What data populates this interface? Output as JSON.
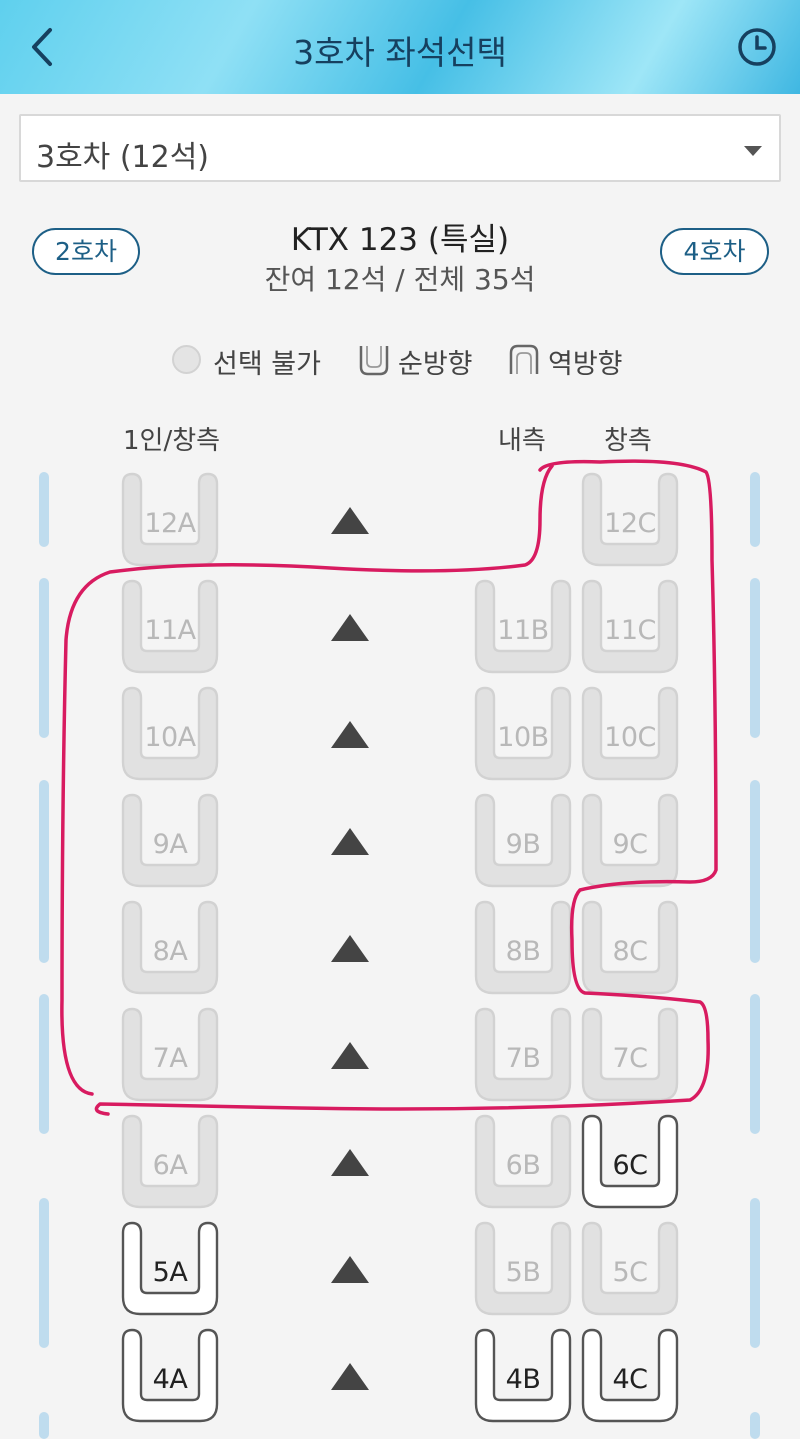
{
  "header": {
    "title": "3호차 좌석선택"
  },
  "car_select": {
    "value": "3호차 (12석)"
  },
  "nav": {
    "prev_car": "2호차",
    "next_car": "4호차"
  },
  "train": {
    "name": "KTX 123 (특실)",
    "seat_count": "잔여 12석 / 전체 35석"
  },
  "legend": {
    "unavailable": "선택 불가",
    "forward": "순방향",
    "reverse": "역방향"
  },
  "columns": {
    "left": "1인/창측",
    "inner": "내측",
    "window": "창측"
  },
  "rows": [
    {
      "a": "12A",
      "b": "",
      "c": "12C",
      "a_ok": false,
      "b_ok": false,
      "c_ok": false
    },
    {
      "a": "11A",
      "b": "11B",
      "c": "11C",
      "a_ok": false,
      "b_ok": false,
      "c_ok": false
    },
    {
      "a": "10A",
      "b": "10B",
      "c": "10C",
      "a_ok": false,
      "b_ok": false,
      "c_ok": false
    },
    {
      "a": "9A",
      "b": "9B",
      "c": "9C",
      "a_ok": false,
      "b_ok": false,
      "c_ok": false
    },
    {
      "a": "8A",
      "b": "8B",
      "c": "8C",
      "a_ok": false,
      "b_ok": false,
      "c_ok": false
    },
    {
      "a": "7A",
      "b": "7B",
      "c": "7C",
      "a_ok": false,
      "b_ok": false,
      "c_ok": false
    },
    {
      "a": "6A",
      "b": "6B",
      "c": "6C",
      "a_ok": false,
      "b_ok": false,
      "c_ok": true
    },
    {
      "a": "5A",
      "b": "5B",
      "c": "5C",
      "a_ok": true,
      "b_ok": false,
      "c_ok": false
    },
    {
      "a": "4A",
      "b": "4B",
      "c": "4C",
      "a_ok": true,
      "b_ok": true,
      "c_ok": true
    }
  ],
  "colors": {
    "annotation": "#d81b60",
    "accent": "#1d5f86",
    "disabled_seat": "#e1e1e1",
    "window_wall": "#bfdcee"
  },
  "icons": {
    "back": "chevron-left-icon",
    "history": "clock-icon",
    "dropdown": "caret-down-icon",
    "direction": "triangle-up-icon"
  }
}
